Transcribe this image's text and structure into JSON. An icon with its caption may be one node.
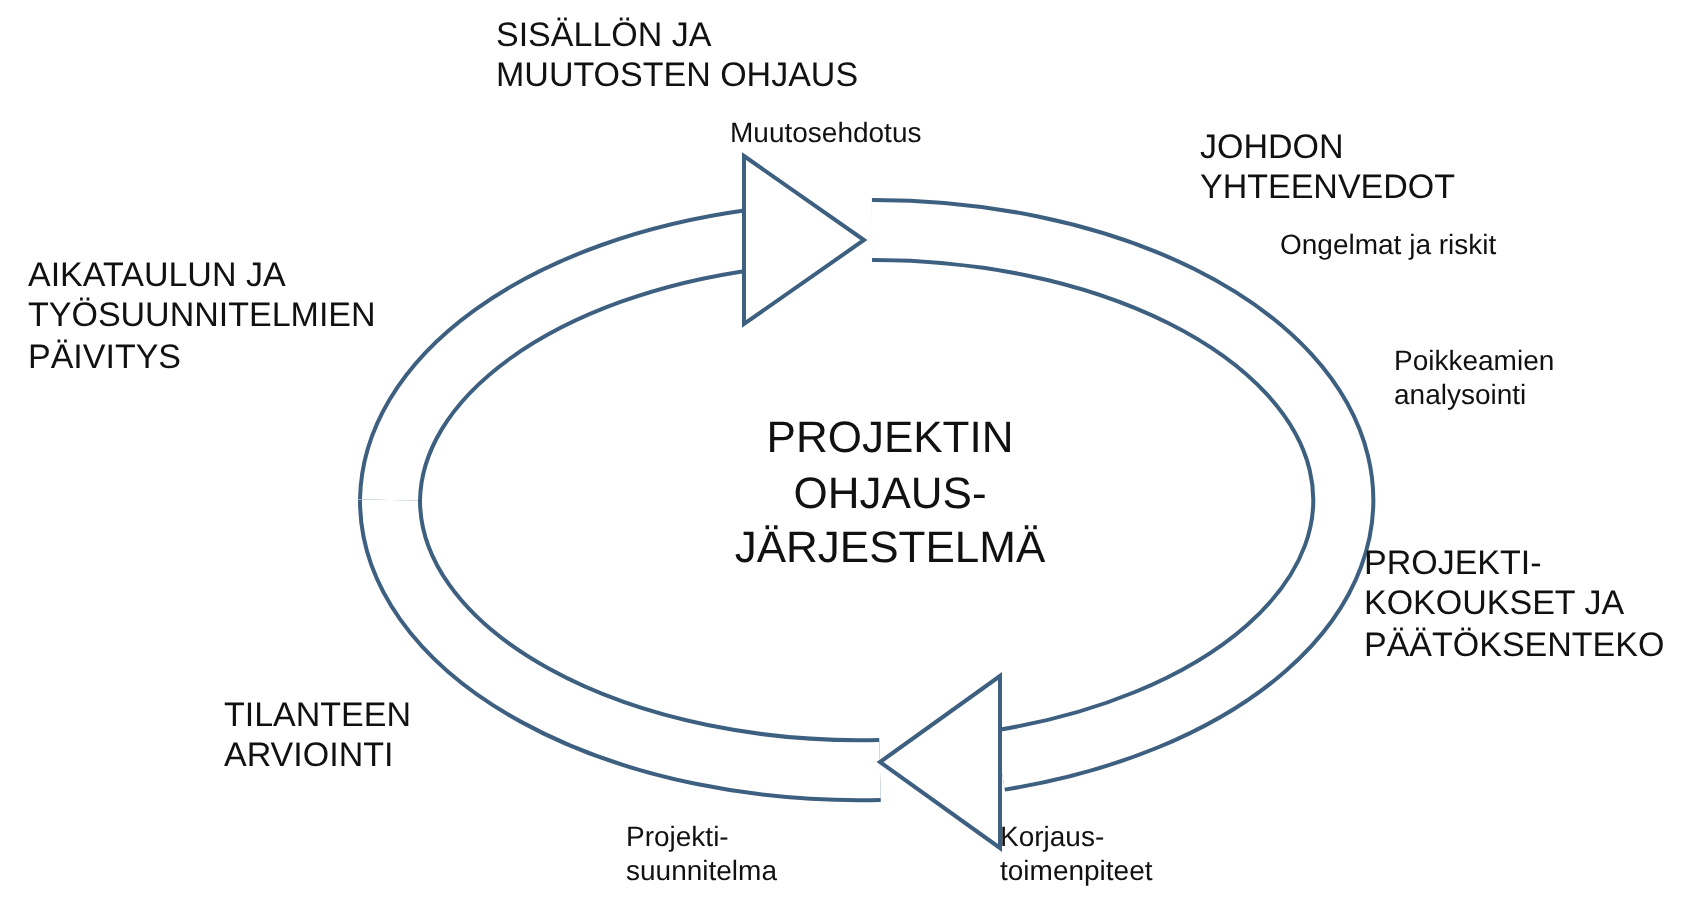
{
  "diagram": {
    "title": "PROJEKTIN OHJAUS- JÄRJESTELMÄ",
    "labels": [
      "SISÄLLÖN JA MUUTOSTEN OHJAUS",
      "Muutosehdotus",
      "JOHDON YHTEENVEDOT",
      "AIKATAULUN JA TYÖSUUNNITELMIEN PÄIVITYS",
      "Ongelmat ja riskit",
      "Poikkeamien analysointi",
      "PROJEKTI- KOKOUKSET JA PÄÄTÖKSENTEKO",
      "TILANTEEN ARVIOINTI",
      "Projekti- suunnitelma",
      "Korjaus- toimenpiteet"
    ]
  }
}
